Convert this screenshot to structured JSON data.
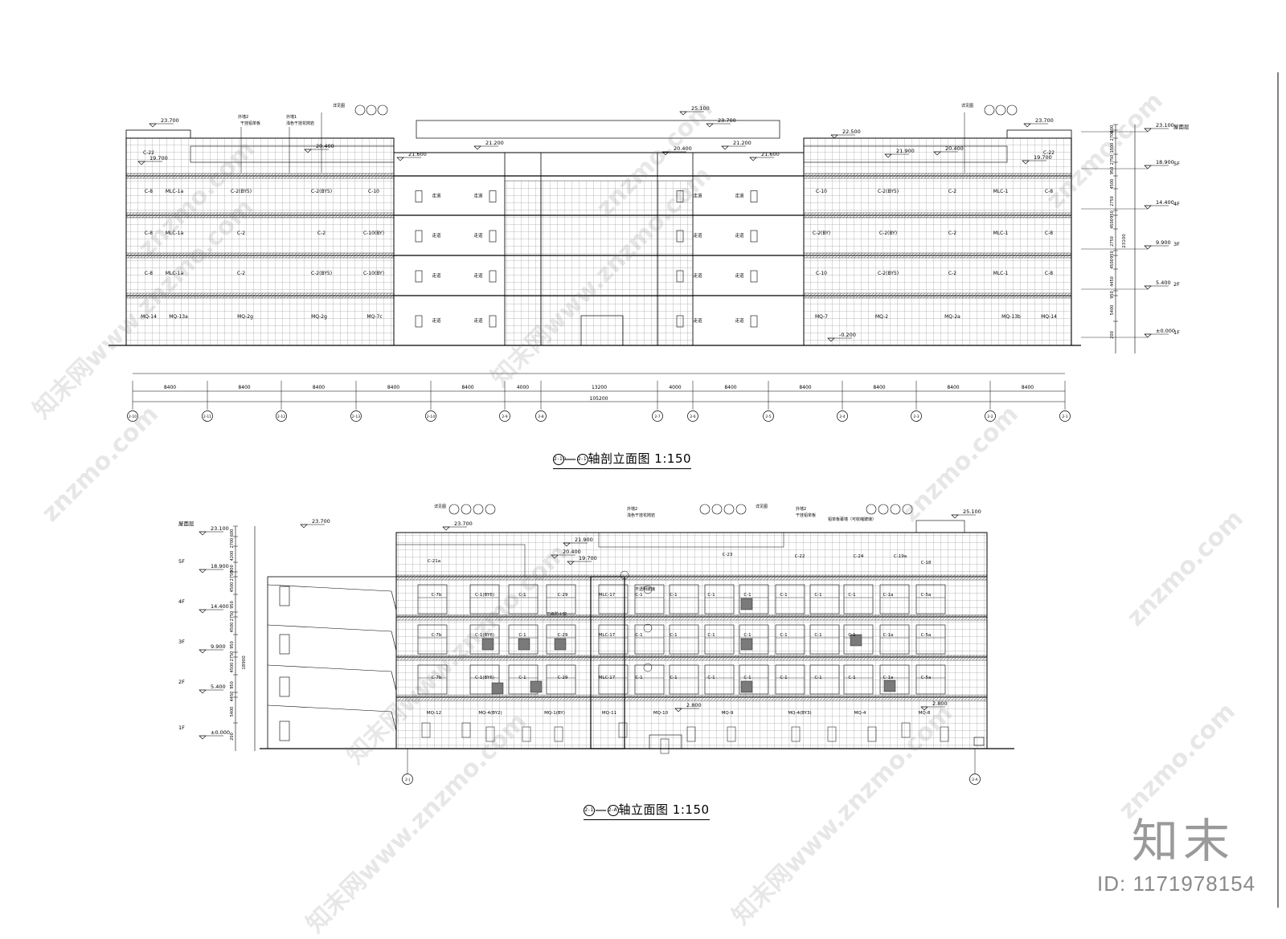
{
  "drawing_top": {
    "title_prefix_circle": "2-10",
    "title_mid_circle": "2-1",
    "title_text": "轴剖立面图",
    "scale": "1:150",
    "elevations_right": [
      {
        "label": "屋面层",
        "value": "23.100"
      },
      {
        "label": "5F",
        "value": "18.900"
      },
      {
        "label": "4F",
        "value": "14.400"
      },
      {
        "label": "3F",
        "value": "9.900"
      },
      {
        "label": "2F",
        "value": "5.400"
      },
      {
        "label": "1F",
        "value": "±0.000"
      }
    ],
    "right_dims_inner": [
      "600",
      "2700",
      "1500",
      "2750",
      "950",
      "4500",
      "2750",
      "950",
      "4500",
      "2750",
      "950",
      "4500",
      "4450",
      "950",
      "5400",
      "200"
    ],
    "right_dim_total": "23100",
    "level_marks": [
      "23.700",
      "19.700",
      "20.400",
      "21.600",
      "21.200",
      "25.100",
      "23.700",
      "20.400",
      "21.200",
      "21.600",
      "22.500",
      "21.900",
      "20.400",
      "23.700",
      "19.700",
      "-0.200"
    ],
    "bay_dims": [
      "8400",
      "8400",
      "8400",
      "8400",
      "8400",
      "4000",
      "13200",
      "4000",
      "8400",
      "8400",
      "8400",
      "8400",
      "8400"
    ],
    "total_dim": "105200",
    "axes": [
      "2-10",
      "2-11",
      "2-12",
      "2-13",
      "2-14",
      "2-9",
      "2-8",
      "2-7",
      "2-6",
      "2-5",
      "2-4",
      "2-3",
      "2-2",
      "2-1"
    ],
    "labels_left": [
      "C-22",
      "C-8",
      "MLC-1a",
      "C-2(BY5)",
      "C-2(BY5)",
      "C-10",
      "C-8",
      "MLC-1a",
      "C-2",
      "C-2",
      "C-10(BY)",
      "C-8",
      "MLC-1a",
      "C-2",
      "C-2(BY5)",
      "C-10(BY)",
      "MQ-14",
      "MQ-13a",
      "MQ-2g",
      "MQ-2g",
      "MQ-7c"
    ],
    "labels_right": [
      "C-10",
      "C-2(BY5)",
      "C-2",
      "MLC-1",
      "C-8",
      "C-22",
      "C-2(BY)",
      "C-2(BY)",
      "C-2",
      "MLC-1",
      "C-8",
      "C-10",
      "C-2(BY5)",
      "C-2",
      "MLC-1",
      "C-8",
      "MQ-7",
      "MQ-2",
      "MQ-2a",
      "MQ-13b",
      "MQ-14"
    ],
    "corridor_label": "走道",
    "note_walls": [
      "外墙2",
      "外墙1",
      "干挂铝单板",
      "浅色干挂花岗岩"
    ],
    "note_detail": "详见图"
  },
  "drawing_bottom": {
    "title_prefix_circle": "2-1",
    "title_mid_circle": "2-A",
    "title_text": "轴立面图",
    "scale": "1:150",
    "elevations_left": [
      {
        "label": "屋面层",
        "value": "23.100"
      },
      {
        "label": "5F",
        "value": "18.900"
      },
      {
        "label": "4F",
        "value": "14.400"
      },
      {
        "label": "3F",
        "value": "9.900"
      },
      {
        "label": "2F",
        "value": "5.400"
      },
      {
        "label": "1F",
        "value": "±0.000"
      }
    ],
    "left_dims_inner": [
      "600",
      "2700",
      "4200",
      "900",
      "2750",
      "4500",
      "950",
      "2750",
      "4500",
      "950",
      "2750",
      "4500",
      "950",
      "4450",
      "5400",
      "200"
    ],
    "left_dim_total": "18900",
    "level_marks": [
      "23.700",
      "23.700",
      "21.900",
      "20.400",
      "19.700",
      "25.100",
      "2.800",
      "2.800"
    ],
    "axes": [
      "2-J",
      "2-A"
    ],
    "labels": [
      "C-21a",
      "C-7b",
      "C-1(BY6)",
      "C-1",
      "C-29",
      "MLC-17",
      "C-1",
      "C-1",
      "C-1",
      "C-1",
      "C-1",
      "C-1",
      "C-1",
      "C-1a",
      "C-5a",
      "C-23",
      "C-22",
      "C-24",
      "C-19a",
      "C-18",
      "MQ-12",
      "MQ-4(BY2)",
      "MQ-1(BY)",
      "MQ-11",
      "MQ-10",
      "MQ-9",
      "MQ-4(BY3)",
      "MQ-4",
      "MQ-8"
    ],
    "notes": [
      "外墙2",
      "浅色干挂花岗岩",
      "外墙2",
      "干挂铝单板",
      "铝单板幕墙（可收缩玻璃）",
      "详见图",
      "详见图",
      "乙级防火窗",
      "不透明玻璃"
    ]
  },
  "watermark": {
    "site": "znzmo.com",
    "site_cn": "知末网www.znzmo.com",
    "logo_text": "知末",
    "id_text": "ID: 1171978154"
  },
  "colors": {
    "line": "#000000",
    "hatch": "#555555",
    "watermark": "#9a9a9a",
    "background": "#ffffff"
  }
}
